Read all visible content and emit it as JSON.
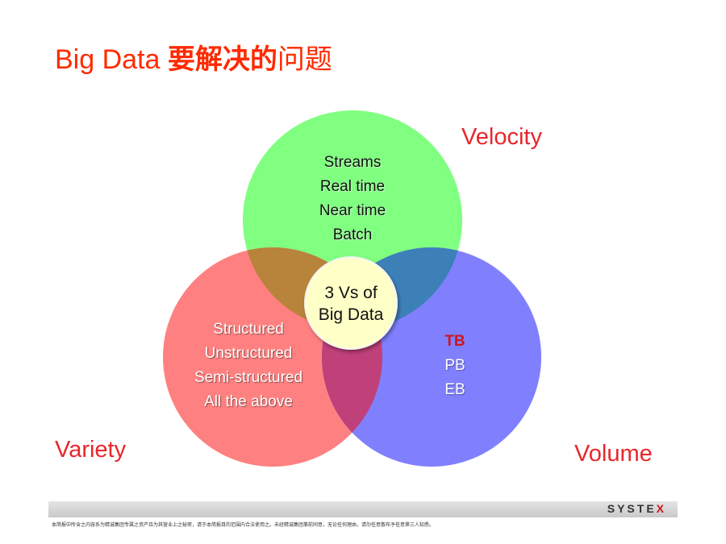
{
  "title": {
    "latin": "Big Data ",
    "bold_cn": "要解决的",
    "cn": "问题"
  },
  "labels": {
    "velocity": "Velocity",
    "variety": "Variety",
    "volume": "Volume"
  },
  "velocity_items": [
    "Streams",
    "Real time",
    "Near time",
    "Batch"
  ],
  "variety_items": [
    "Structured",
    "Unstructured",
    "Semi-structured",
    "All the above"
  ],
  "volume_items": [
    "TB",
    "PB",
    "EB"
  ],
  "center": {
    "line1": "3 Vs of",
    "line2": "Big Data"
  },
  "colors": {
    "velocity": "#80ff80",
    "variety": "#ff8080",
    "volume": "#8080ff",
    "center": "#ffffc8",
    "accent": "#e8262a"
  },
  "footer": {
    "logo_main": "SYSTE",
    "logo_x": "X",
    "disclaimer": "本简报中所含之内容系为精诚集团专属之资产且为其营业上之秘密，请于本简报目的范围内合法使用之。未经精诚集团事前同意，无论任何理由，请勿任意散布予任意第三人知悉。"
  }
}
